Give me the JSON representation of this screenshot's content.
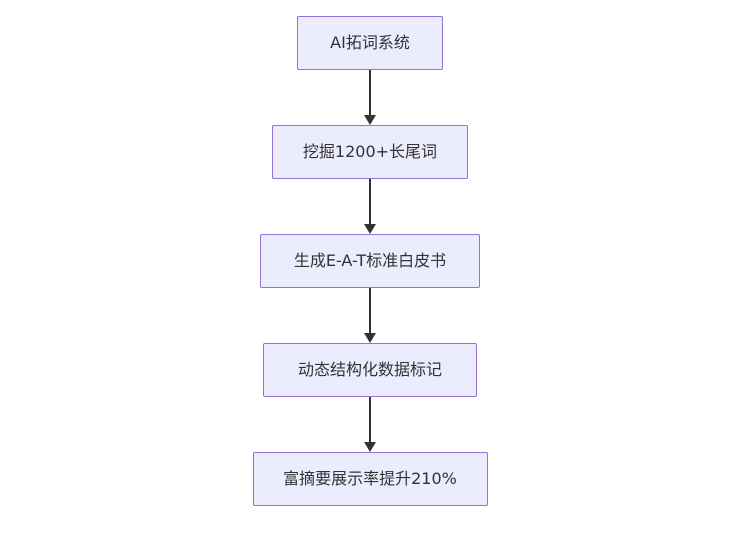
{
  "diagram": {
    "type": "flowchart",
    "direction": "top-down",
    "nodes": [
      {
        "id": "A",
        "label": "AI拓词系统"
      },
      {
        "id": "B",
        "label": "挖掘1200+长尾词"
      },
      {
        "id": "C",
        "label": "生成E-A-T标准白皮书"
      },
      {
        "id": "D",
        "label": "动态结构化数据标记"
      },
      {
        "id": "E",
        "label": "富摘要展示率提升210%"
      }
    ],
    "edges": [
      {
        "from": "A",
        "to": "B"
      },
      {
        "from": "B",
        "to": "C"
      },
      {
        "from": "C",
        "to": "D"
      },
      {
        "from": "D",
        "to": "E"
      }
    ],
    "colors": {
      "node_fill": "#ECECFF",
      "node_border": "#9370DB",
      "node_text": "#333333",
      "arrow": "#333333",
      "background": "#FFFFFF"
    }
  }
}
